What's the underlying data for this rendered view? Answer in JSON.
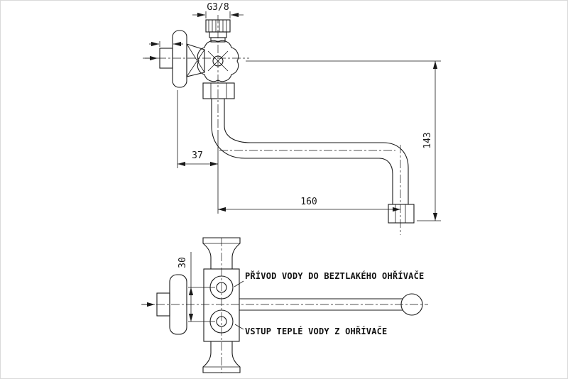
{
  "drawing": {
    "top_view": {
      "thread_label": "G3/8",
      "dim_wall_offset": "37",
      "dim_height": "143",
      "dim_spout_length": "160"
    },
    "bottom_view": {
      "dim_port_spacing": "30",
      "label_inlet": "PŘÍVOD VODY DO BEZTLAKÉHO OHŘÍVAČE",
      "label_outlet": "VSTUP TEPLÉ VODY Z OHŘÍVAČE"
    }
  },
  "colors": {
    "line": "#1a1a1a",
    "background": "#ffffff",
    "frame_border": "#d9d9d9"
  }
}
